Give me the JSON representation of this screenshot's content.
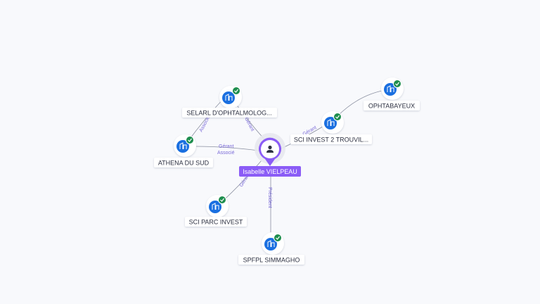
{
  "center": {
    "name": "Isabelle VIELPEAU",
    "icon": "person-icon",
    "color": "#8b5cf6"
  },
  "nodes": [
    {
      "id": "selarl",
      "label": "SELARL D'OPHTALMOLOG...",
      "icon": "company-icon",
      "verified": true
    },
    {
      "id": "athena",
      "label": "ATHENA DU SUD",
      "icon": "company-icon",
      "verified": true
    },
    {
      "id": "parc",
      "label": "SCI PARC INVEST",
      "icon": "company-icon",
      "verified": true
    },
    {
      "id": "simmagho",
      "label": "SPFPL SIMMAGHO",
      "icon": "company-icon",
      "verified": true
    },
    {
      "id": "trouvil",
      "label": "SCI INVEST 2 TROUVIL...",
      "icon": "company-icon",
      "verified": true
    },
    {
      "id": "ophtabayeux",
      "label": "OPHTABAYEUX",
      "icon": "company-icon",
      "verified": true
    }
  ],
  "edges": [
    {
      "from": "center",
      "to": "selarl",
      "label": "Gérant"
    },
    {
      "from": "athena",
      "to": "selarl",
      "label": "Associé"
    },
    {
      "from": "center",
      "to": "athena",
      "label": "Gérant"
    },
    {
      "from": "center",
      "to": "athena",
      "label": "Associé"
    },
    {
      "from": "center",
      "to": "parc",
      "label": "Gérant"
    },
    {
      "from": "center",
      "to": "simmagho",
      "label": "Président"
    },
    {
      "from": "center",
      "to": "trouvil",
      "label": "Gérant"
    },
    {
      "from": "trouvil",
      "to": "ophtabayeux",
      "label": ""
    }
  ],
  "colors": {
    "company": "#1a6fe0",
    "verified": "#1e8e4e",
    "edge": "#8a8fa0",
    "edge_label": "#7a6ad8"
  }
}
